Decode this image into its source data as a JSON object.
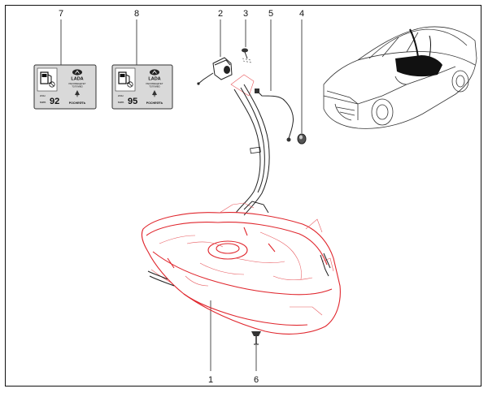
{
  "callouts": [
    {
      "num": "1",
      "part": "fuel-tank"
    },
    {
      "num": "2",
      "part": "filler-cap"
    },
    {
      "num": "3",
      "part": "screw"
    },
    {
      "num": "4",
      "part": "nut"
    },
    {
      "num": "5",
      "part": "vent-hose"
    },
    {
      "num": "6",
      "part": "clip"
    },
    {
      "num": "7",
      "part": "fuel-label-92"
    },
    {
      "num": "8",
      "part": "fuel-label-95"
    }
  ],
  "labels": [
    {
      "brand": "LADA",
      "tagline1": "РЕКОМЕНДУЕТ",
      "tagline2": "ТОПЛИВО",
      "prefix": "мин.",
      "prefix2": "ИЗЫ",
      "octane": "92",
      "partner": "РОСНЕФТЬ"
    },
    {
      "brand": "LADA",
      "tagline1": "РЕКОМЕНДУЕТ",
      "tagline2": "ТОПЛИВО",
      "prefix": "мин.",
      "prefix2": "ИЗЫ",
      "octane": "95",
      "partner": "РОСНЕФТЬ"
    }
  ],
  "colors": {
    "tank": "#e0262d",
    "line": "#222222",
    "label_bg": "#d9d9d9"
  }
}
